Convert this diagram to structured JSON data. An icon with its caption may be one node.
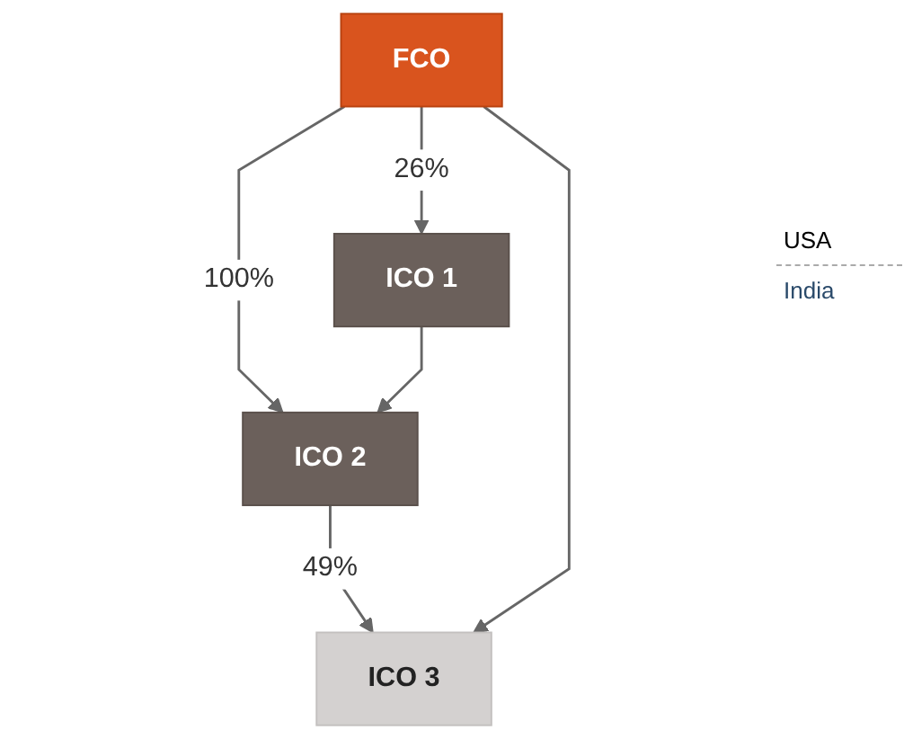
{
  "diagram": {
    "nodes": [
      {
        "text": [
          "FCO"
        ]
      },
      {
        "text": [
          "ICO 1"
        ]
      },
      {
        "text": [
          "ICO 2"
        ]
      },
      {
        "text": [
          "ICO 3"
        ]
      }
    ],
    "edges": [
      {
        "from": 0,
        "to": 1,
        "arrow": "to",
        "label": "26%"
      },
      {
        "from": 0,
        "to": 2,
        "arrow": "to",
        "label": "100%"
      },
      {
        "from": 1,
        "to": 2,
        "arrow": "to"
      },
      {
        "from": 2,
        "to": 3,
        "arrow": "to",
        "label": "49%"
      },
      {
        "from": 0,
        "to": 3,
        "arrow": "to"
      }
    ],
    "labels": [
      "USA",
      "India"
    ]
  }
}
